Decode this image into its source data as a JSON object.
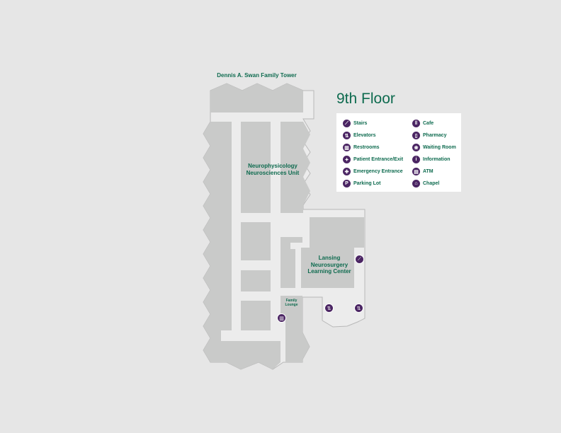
{
  "title": "9th Floor",
  "building": "Dennis A. Swan Family Tower",
  "areas": {
    "unit": [
      "Neurophysicology",
      "Neurosciences Unit"
    ],
    "lansing": [
      "Lansing",
      "Neurosurgery",
      "Learning Center"
    ],
    "lounge": [
      "Family",
      "Lounge"
    ]
  },
  "legend": {
    "left": [
      {
        "label": "Stairs",
        "icon": "stairs-icon",
        "glyph": "⟋"
      },
      {
        "label": "Elevators",
        "icon": "elevator-icon",
        "glyph": "⇅"
      },
      {
        "label": "Restrooms",
        "icon": "restroom-icon",
        "glyph": "▥"
      },
      {
        "label": "Patient Entrance/Exit",
        "icon": "patient-entrance-icon",
        "glyph": "✦"
      },
      {
        "label": "Emergency Entrance",
        "icon": "emergency-icon",
        "glyph": "✚"
      },
      {
        "label": "Parking Lot",
        "icon": "parking-icon",
        "glyph": "P"
      }
    ],
    "right": [
      {
        "label": "Cafe",
        "icon": "cafe-icon",
        "glyph": "ǁ"
      },
      {
        "label": "Pharmacy",
        "icon": "pharmacy-icon",
        "glyph": "▯"
      },
      {
        "label": "Waiting Room",
        "icon": "waiting-room-icon",
        "glyph": "❀"
      },
      {
        "label": "Information",
        "icon": "information-icon",
        "glyph": "i"
      },
      {
        "label": "ATM",
        "icon": "atm-icon",
        "glyph": "▤"
      },
      {
        "label": "Chapel",
        "icon": "chapel-icon",
        "glyph": "⌂"
      }
    ]
  },
  "colors": {
    "accent": "#0e6b4f",
    "icon": "#4b2563",
    "room": "#c9cac9",
    "floor": "#ececec"
  }
}
